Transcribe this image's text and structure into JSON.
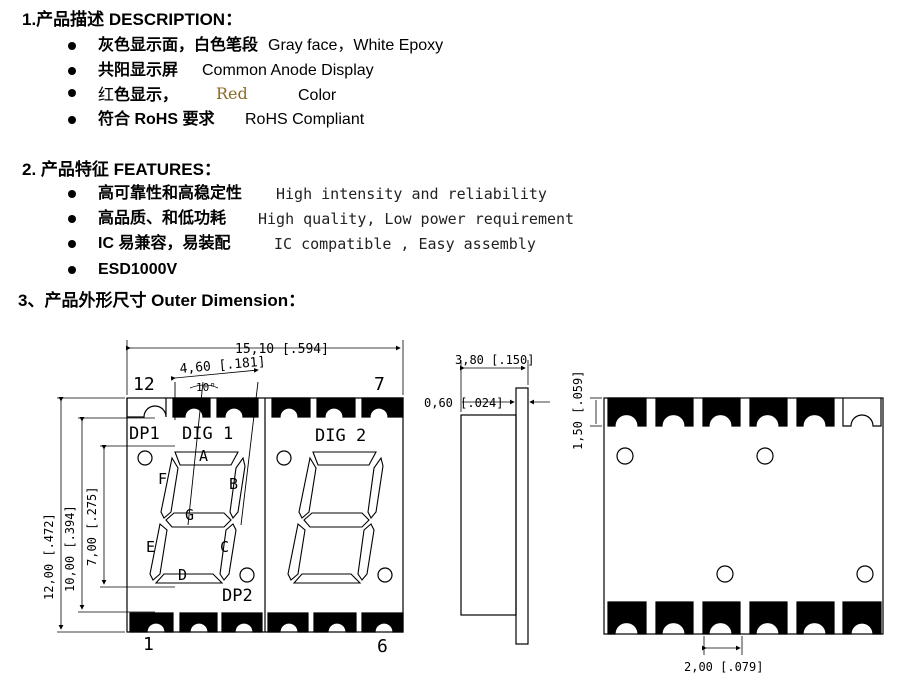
{
  "sections": {
    "description": {
      "title": "1.产品描述 DESCRIPTION：",
      "items": [
        {
          "cn": "灰色显示面，白色笔段",
          "en": "Gray face，White Epoxy"
        },
        {
          "cn": "共阳显示屏",
          "en": "Common Anode Display"
        },
        {
          "cn_a": "红",
          "cn_b": "色显示，",
          "mid": "Red",
          "en": "Color"
        },
        {
          "cn": "符合 RoHS 要求",
          "en": "RoHS Compliant"
        }
      ]
    },
    "features": {
      "title": "2. 产品特征 FEATURES：",
      "items": [
        {
          "cn": "高可靠性和高稳定性",
          "en": "High intensity and reliability"
        },
        {
          "cn": "高品质、和低功耗",
          "en": "High quality, Low power requirement"
        },
        {
          "cn": "IC 易兼容，易装配",
          "en": "IC compatible , Easy assembly"
        },
        {
          "cn": "ESD1000V",
          "en": ""
        }
      ]
    },
    "dimension": {
      "title": "3、产品外形尺寸 Outer Dimension："
    }
  },
  "drawing": {
    "dims": {
      "width": "15,10 [.594]",
      "digit_width": "4,60 [.181]",
      "slant": "10°",
      "height": "12,00 [.472]",
      "digit_height": "10,00 [.394]",
      "segment_height": "7,00 [.275]",
      "depth": "3,80 [.150]",
      "face": "0,60 [.024]",
      "pad_length": "1,50 [.059]",
      "pitch": "2,00 [.079]"
    },
    "labels": {
      "pin12": "12",
      "pin7": "7",
      "pin1": "1",
      "pin6": "6",
      "dp1": "DP1",
      "dig1": "DIG 1",
      "dig2": "DIG 2",
      "dp2": "DP2",
      "seg_a": "A",
      "seg_b": "B",
      "seg_c": "C",
      "seg_d": "D",
      "seg_e": "E",
      "seg_f": "F",
      "seg_g": "G"
    }
  }
}
